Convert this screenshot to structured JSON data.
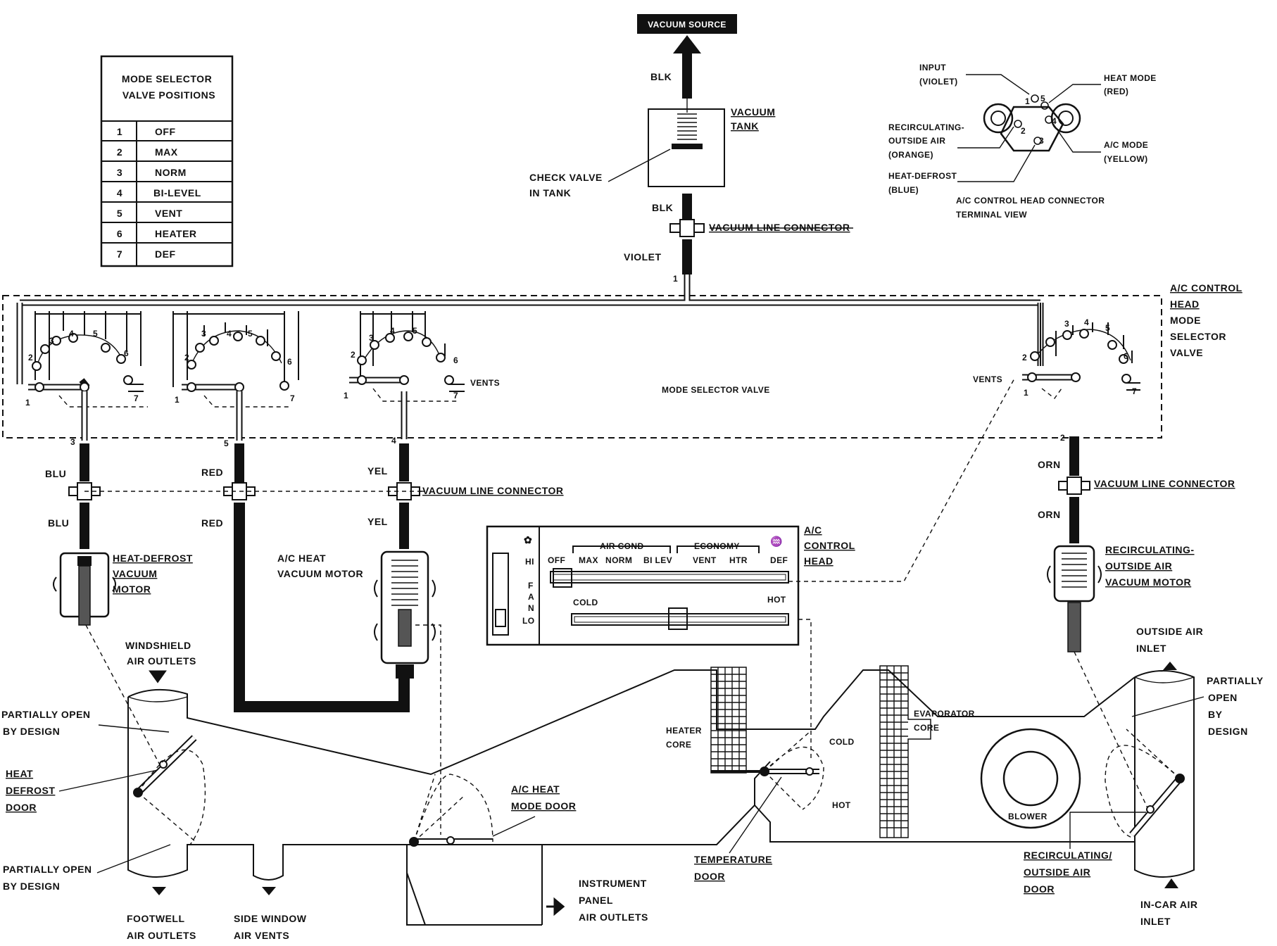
{
  "vacuum_source": "VACUUM SOURCE",
  "mode_table": {
    "title_line1": "MODE SELECTOR",
    "title_line2": "VALVE POSITIONS",
    "rows": [
      {
        "num": "1",
        "label": "OFF"
      },
      {
        "num": "2",
        "label": "MAX"
      },
      {
        "num": "3",
        "label": "NORM"
      },
      {
        "num": "4",
        "label": "BI-LEVEL"
      },
      {
        "num": "5",
        "label": "VENT"
      },
      {
        "num": "6",
        "label": "HEATER"
      },
      {
        "num": "7",
        "label": "DEF"
      }
    ]
  },
  "top": {
    "blk1": "BLK",
    "vacuum_tank_1": "VACUUM",
    "vacuum_tank_2": "TANK",
    "check_valve_1": "CHECK VALVE",
    "check_valve_2": "IN TANK",
    "blk2": "BLK",
    "vacuum_line_connector": "VACUUM LINE CONNECTOR",
    "violet": "VIOLET",
    "port1": "1"
  },
  "connector_view": {
    "input_1": "INPUT",
    "input_2": "(VIOLET)",
    "heat_mode_1": "HEAT MODE",
    "heat_mode_2": "(RED)",
    "recirc_1": "RECIRCULATING-",
    "recirc_2": "OUTSIDE AIR",
    "recirc_3": "(ORANGE)",
    "ac_mode_1": "A/C MODE",
    "ac_mode_2": "(YELLOW)",
    "heat_def_1": "HEAT-DEFROST",
    "heat_def_2": "(BLUE)",
    "caption_1": "A/C CONTROL HEAD CONNECTOR",
    "caption_2": "TERMINAL VIEW",
    "pins": [
      "1",
      "2",
      "3",
      "4",
      "5"
    ]
  },
  "control_head_label": {
    "l1": "A/C CONTROL",
    "l2": "HEAD",
    "l3": "MODE",
    "l4": "SELECTOR",
    "l5": "VALVE"
  },
  "valve": {
    "center_label": "MODE SELECTOR VALVE",
    "vents_a": "VENTS",
    "vents_b": "VENTS",
    "numbers": [
      "1",
      "2",
      "3",
      "4",
      "5",
      "6",
      "7"
    ]
  },
  "lines": {
    "blu_top": "BLU",
    "blu_bottom": "BLU",
    "blu_port": "3",
    "red_top": "RED",
    "red_bottom": "RED",
    "red_port": "5",
    "yel_top": "YEL",
    "yel_bottom": "YEL",
    "yel_port": "4",
    "orn_top": "ORN",
    "orn_bottom": "ORN",
    "orn_port": "2",
    "vacuum_line_connector_mid": "VACUUM LINE CONNECTOR",
    "vacuum_line_connector_right": "VACUUM LINE CONNECTOR"
  },
  "motors": {
    "heat_defrost_1": "HEAT-DEFROST",
    "heat_defrost_2": "VACUUM",
    "heat_defrost_3": "MOTOR",
    "ac_heat_1": "A/C HEAT",
    "ac_heat_2": "VACUUM MOTOR",
    "recirc_1": "RECIRCULATING-",
    "recirc_2": "OUTSIDE AIR",
    "recirc_3": "VACUUM MOTOR"
  },
  "control_panel": {
    "label_1": "A/C",
    "label_2": "CONTROL",
    "label_3": "HEAD",
    "hi": "HI",
    "fan": [
      "F",
      "A",
      "N"
    ],
    "lo": "LO",
    "air_cond": "AIR COND",
    "economy": "ECONOMY",
    "positions": [
      "OFF",
      "MAX",
      "NORM",
      "BI LEV",
      "VENT",
      "HTR",
      "DEF"
    ],
    "cold": "COLD",
    "hot": "HOT"
  },
  "duct": {
    "windshield_1": "WINDSHIELD",
    "windshield_2": "AIR OUTLETS",
    "partially_open_a_1": "PARTIALLY OPEN",
    "partially_open_a_2": "BY DESIGN",
    "heat_1": "HEAT",
    "heat_2": "DEFROST",
    "heat_3": "DOOR",
    "partially_open_b_1": "PARTIALLY OPEN",
    "partially_open_b_2": "BY DESIGN",
    "footwell_1": "FOOTWELL",
    "footwell_2": "AIR OUTLETS",
    "side_window_1": "SIDE  WINDOW",
    "side_window_2": "AIR VENTS",
    "ac_heat_door_1": "A/C HEAT",
    "ac_heat_door_2": "MODE DOOR",
    "instrument_1": "INSTRUMENT",
    "instrument_2": "PANEL",
    "instrument_3": "AIR OUTLETS",
    "heater_core_1": "HEATER",
    "heater_core_2": "CORE",
    "cold": "COLD",
    "hot": "HOT",
    "temp_door_1": "TEMPERATURE",
    "temp_door_2": "DOOR",
    "evaporator_1": "EVAPORATOR",
    "evaporator_2": "CORE",
    "blower": "BLOWER",
    "recirc_door_1": "RECIRCULATING/",
    "recirc_door_2": "OUTSIDE AIR",
    "recirc_door_3": "DOOR",
    "outside_air_1": "OUTSIDE AIR",
    "outside_air_2": "INLET",
    "partially_open_c_1": "PARTIALLY",
    "partially_open_c_2": "OPEN",
    "partially_open_c_3": "BY",
    "partially_open_c_4": "DESIGN",
    "incar_1": "IN-CAR AIR",
    "incar_2": "INLET"
  }
}
